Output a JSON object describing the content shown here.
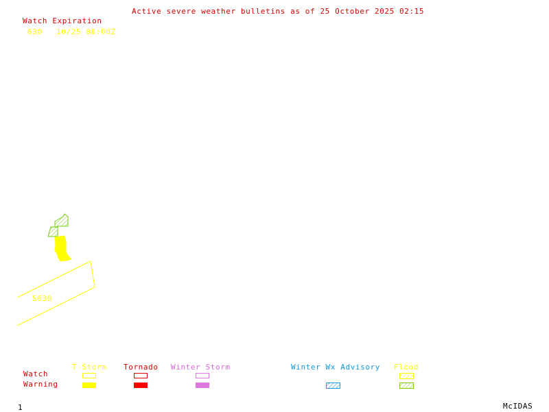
{
  "header": {
    "title": "Active severe weather bulletins as of 25 October 2025 02:15"
  },
  "watch_expiration": {
    "heading": "Watch Expiration",
    "entries": [
      {
        "id": "630",
        "expires": "10/25 08:00Z"
      }
    ]
  },
  "map": {
    "watch_box_label": "S630",
    "features": [
      {
        "type": "severe-thunderstorm-watch",
        "id": "630",
        "style": "outline",
        "color": "#ffff00"
      },
      {
        "type": "thunderstorm-warning",
        "style": "filled",
        "color": "#ffff00"
      },
      {
        "type": "flood-warning",
        "style": "hatched",
        "color": "#77cc11"
      }
    ]
  },
  "legend": {
    "row_labels": {
      "watch": "Watch",
      "warning": "Warning"
    },
    "categories": [
      {
        "name": "T-Storm",
        "color": "#ffff00",
        "watch": "outline",
        "warning": "filled"
      },
      {
        "name": "Tornado",
        "color": "#ff0000",
        "watch": "outline",
        "warning": "filled"
      },
      {
        "name": "Winter Storm",
        "color": "#dd77dd",
        "watch": "outline",
        "warning": "filled"
      },
      {
        "name": "Winter Wx Advisory",
        "color": "#1199dd",
        "watch": null,
        "warning": "hatched"
      },
      {
        "name": "Flood",
        "color": "#ffff00",
        "warning_color": "#77cc11",
        "watch": "hatched",
        "warning": "hatched"
      }
    ]
  },
  "footer": {
    "frame_number": "1",
    "software": "McIDAS"
  }
}
